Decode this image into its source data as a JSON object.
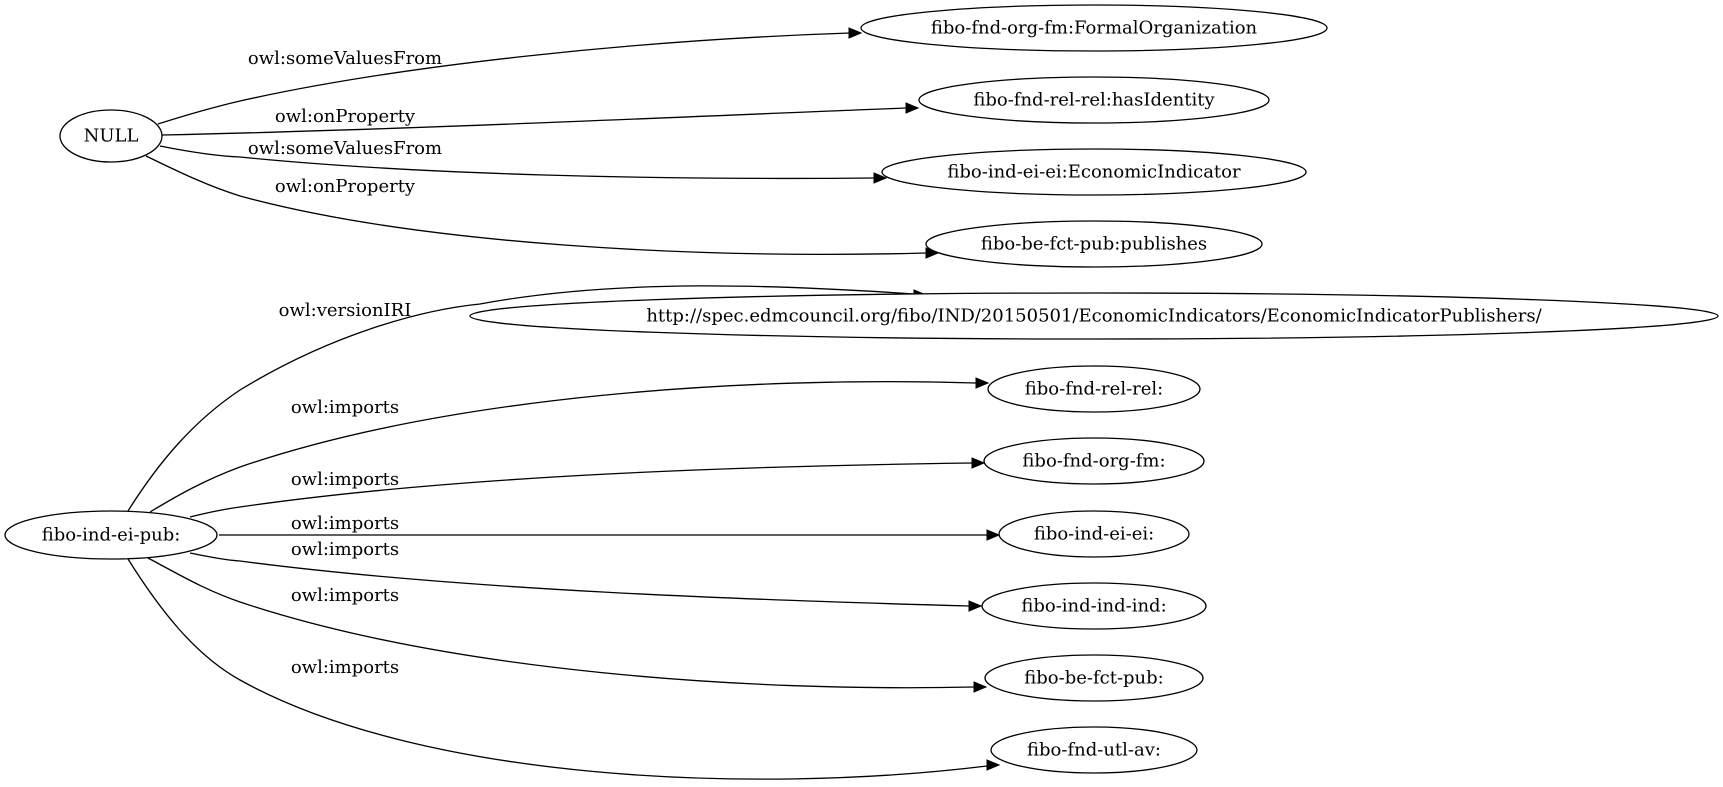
{
  "nodes": {
    "null": "NULL",
    "formal_organization": "fibo-fnd-org-fm:FormalOrganization",
    "has_identity": "fibo-fnd-rel-rel:hasIdentity",
    "economic_indicator": "fibo-ind-ei-ei:EconomicIndicator",
    "publishes": "fibo-be-fct-pub:publishes",
    "ontology": "fibo-ind-ei-pub:",
    "version_iri": "http://spec.edmcouncil.org/fibo/IND/20150501/EconomicIndicators/EconomicIndicatorPublishers/",
    "rel_rel": "fibo-fnd-rel-rel:",
    "org_fm": "fibo-fnd-org-fm:",
    "ei_ei": "fibo-ind-ei-ei:",
    "ind_ind": "fibo-ind-ind-ind:",
    "fct_pub": "fibo-be-fct-pub:",
    "utl_av": "fibo-fnd-utl-av:"
  },
  "edges": [
    {
      "id": "e1",
      "from": "null",
      "to": "formal_organization",
      "label": "owl:someValuesFrom"
    },
    {
      "id": "e2",
      "from": "null",
      "to": "has_identity",
      "label": "owl:onProperty"
    },
    {
      "id": "e3",
      "from": "null",
      "to": "economic_indicator",
      "label": "owl:someValuesFrom"
    },
    {
      "id": "e4",
      "from": "null",
      "to": "publishes",
      "label": "owl:onProperty"
    },
    {
      "id": "e5",
      "from": "ontology",
      "to": "version_iri",
      "label": "owl:versionIRI"
    },
    {
      "id": "e6",
      "from": "ontology",
      "to": "rel_rel",
      "label": "owl:imports"
    },
    {
      "id": "e7",
      "from": "ontology",
      "to": "org_fm",
      "label": "owl:imports"
    },
    {
      "id": "e8",
      "from": "ontology",
      "to": "ei_ei",
      "label": "owl:imports"
    },
    {
      "id": "e9",
      "from": "ontology",
      "to": "ind_ind",
      "label": "owl:imports"
    },
    {
      "id": "e10",
      "from": "ontology",
      "to": "fct_pub",
      "label": "owl:imports"
    },
    {
      "id": "e11",
      "from": "ontology",
      "to": "utl_av",
      "label": "owl:imports"
    }
  ]
}
